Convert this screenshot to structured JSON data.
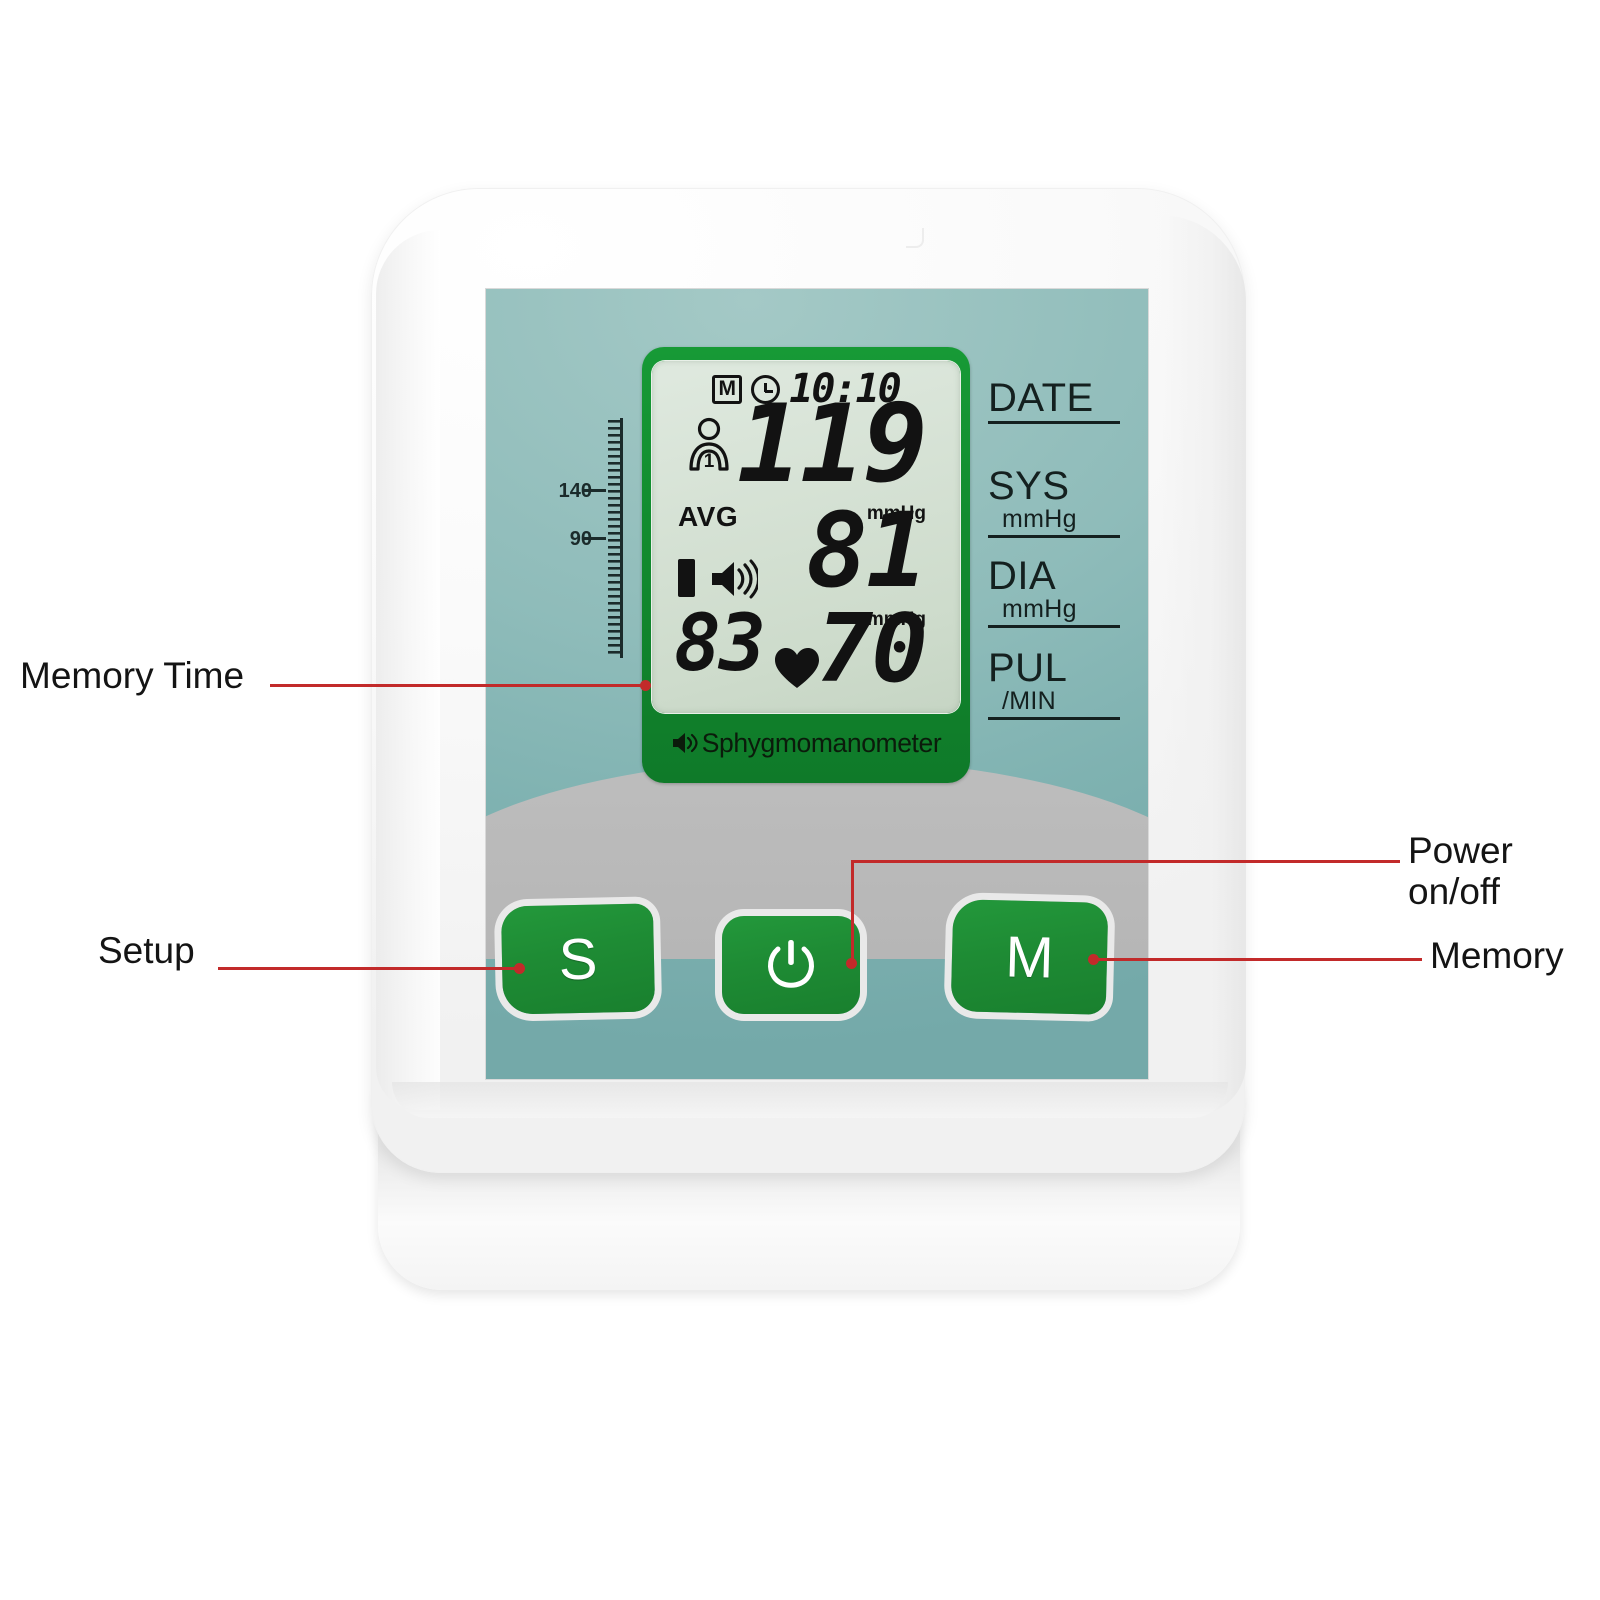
{
  "product": {
    "name": "Sphygmomanometer",
    "caption_icon": "speaker-icon"
  },
  "theme": {
    "accent_green": "#1e8b34",
    "lcd_frame_green": "#128c2f",
    "lcd_screen": "#d6e2d5",
    "panel_teal": "#8fbcba",
    "panel_grey": "#b7b7b7",
    "body_white": "#fafafa",
    "annotation_red": "#c22a2a",
    "label_black": "#141414"
  },
  "lcd": {
    "memory_badge": "M",
    "clock_icon": "clock-icon",
    "time": "10:10",
    "user_icon_number": "1",
    "avg_label": "AVG",
    "battery_icon": "battery-icon",
    "speaker_icon": "speaker-icon",
    "systolic": "119",
    "systolic_unit": "mmHg",
    "diastolic": "81",
    "diastolic_unit": "mmHg",
    "pulse": "70",
    "memory_number": "83",
    "heart_icon": "heart-icon",
    "caption": "Sphygmomanometer"
  },
  "scale": {
    "ticks_top_value": "140",
    "ticks_bottom_value": "90",
    "labels": [
      "140",
      "90"
    ]
  },
  "silkscreen": [
    {
      "name": "date",
      "big": "DATE",
      "sub": ""
    },
    {
      "name": "systolic",
      "big": "SYS",
      "sub": "mmHg"
    },
    {
      "name": "diastolic",
      "big": "DIA",
      "sub": "mmHg"
    },
    {
      "name": "pulse",
      "big": "PUL",
      "sub": "/MIN"
    }
  ],
  "buttons": {
    "setup": "S",
    "power": "power-icon",
    "memory": "M"
  },
  "annotations": {
    "memory_time": "Memory Time",
    "setup": "Setup",
    "power": "Power\non/off",
    "memory": "Memory"
  }
}
